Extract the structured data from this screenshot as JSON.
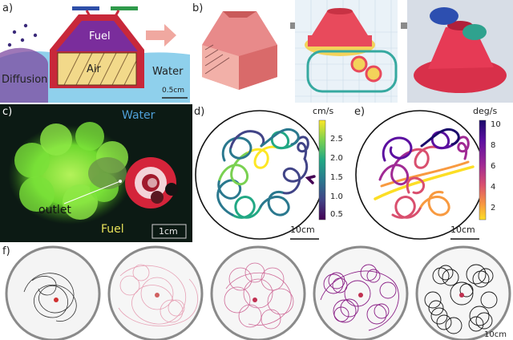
{
  "panel_labels": {
    "a": "a)",
    "b": "b)",
    "c": "c)",
    "d": "d)",
    "e": "e)",
    "f": "f)"
  },
  "panel_a": {
    "fuel": "Fuel",
    "air": "Air",
    "water": "Water",
    "diffusion": "Diffusion",
    "scale": "0.5cm",
    "colors": {
      "shell": "#c8283a",
      "fuel": "#7a2d9c",
      "air": "#f2d98a",
      "water": "#8fd0ec",
      "arrow": "#f0a8a0",
      "cap_left": "#2e4fa8",
      "cap_right": "#2f9a4a"
    }
  },
  "panel_b": {
    "colors": {
      "body": "#e84a5c",
      "ring": "#f3d25a",
      "disk_blue": "#2d4fb0",
      "disk_green": "#2fa28e"
    }
  },
  "panel_c": {
    "water": "Water",
    "outlet": "outlet",
    "fuel": "Fuel",
    "scale": "1cm",
    "colors": {
      "dye": "#7be13a",
      "background": "#0c1a14"
    }
  },
  "panel_d": {
    "unit": "cm/s",
    "ticks": [
      "2.5",
      "2.0",
      "1.5",
      "1.0",
      "0.5"
    ],
    "scale": "10cm",
    "colormap": [
      "#fde725",
      "#7ad151",
      "#22a884",
      "#2a788e",
      "#414487",
      "#440154"
    ]
  },
  "panel_e": {
    "unit": "deg/s",
    "ticks": [
      "10",
      "8",
      "6",
      "4",
      "2"
    ],
    "scale": "10cm",
    "colormap": [
      "#fcde25",
      "#f89a40",
      "#d94f6e",
      "#a02a94",
      "#5b0fa0",
      "#1a0a6b"
    ]
  },
  "panel_f": {
    "scale": "10cm",
    "tints": [
      "#333333",
      "#e7a2b6",
      "#cf6b98",
      "#8a1f86",
      "#141414"
    ]
  }
}
